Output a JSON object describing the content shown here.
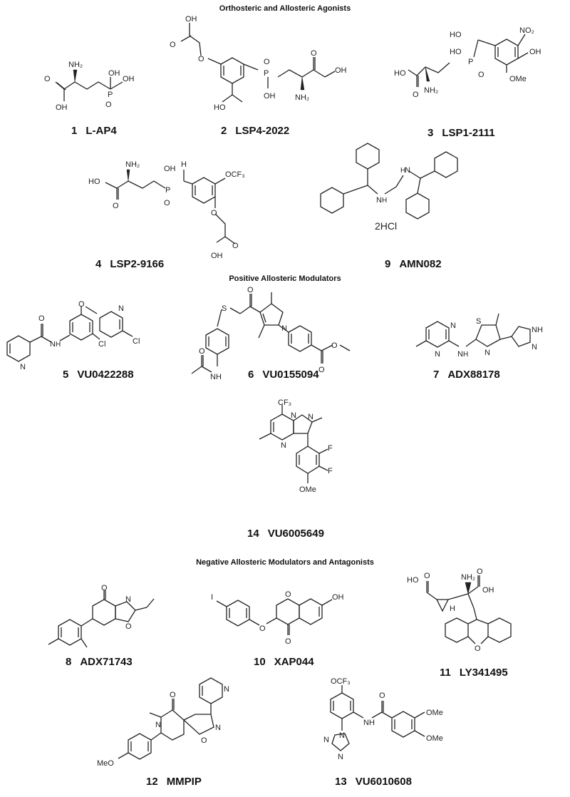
{
  "sections": [
    {
      "title": "Orthosteric and Allosteric Agonists"
    },
    {
      "title": "Positive Allosteric Modulators"
    },
    {
      "title": "Negative Allosteric Modulators and Antagonists"
    }
  ],
  "compounds": [
    {
      "number": "1",
      "name": "L-AP4"
    },
    {
      "number": "2",
      "name": "LSP4-2022"
    },
    {
      "number": "3",
      "name": "LSP1-2111"
    },
    {
      "number": "4",
      "name": "LSP2-9166"
    },
    {
      "number": "9",
      "name": "AMN082",
      "salt": "2HCl"
    },
    {
      "number": "5",
      "name": "VU0422288"
    },
    {
      "number": "6",
      "name": "VU0155094"
    },
    {
      "number": "7",
      "name": "ADX88178"
    },
    {
      "number": "14",
      "name": "VU6005649"
    },
    {
      "number": "8",
      "name": "ADX71743"
    },
    {
      "number": "10",
      "name": "XAP044"
    },
    {
      "number": "11",
      "name": "LY341495"
    },
    {
      "number": "12",
      "name": "MMPIP"
    },
    {
      "number": "13",
      "name": "VU6010608"
    }
  ],
  "atoms": {
    "nh2": "NH₂",
    "oh": "OH",
    "ho": "HO",
    "o": "O",
    "p": "P",
    "n": "N",
    "s": "S",
    "nh": "NH",
    "hn": "HN",
    "h": "H",
    "cl": "Cl",
    "f": "F",
    "i": "I",
    "no2": "NO₂",
    "ome": "OMe",
    "meo": "MeO",
    "ocf3": "OCF₃",
    "cf3": "CF₃"
  }
}
